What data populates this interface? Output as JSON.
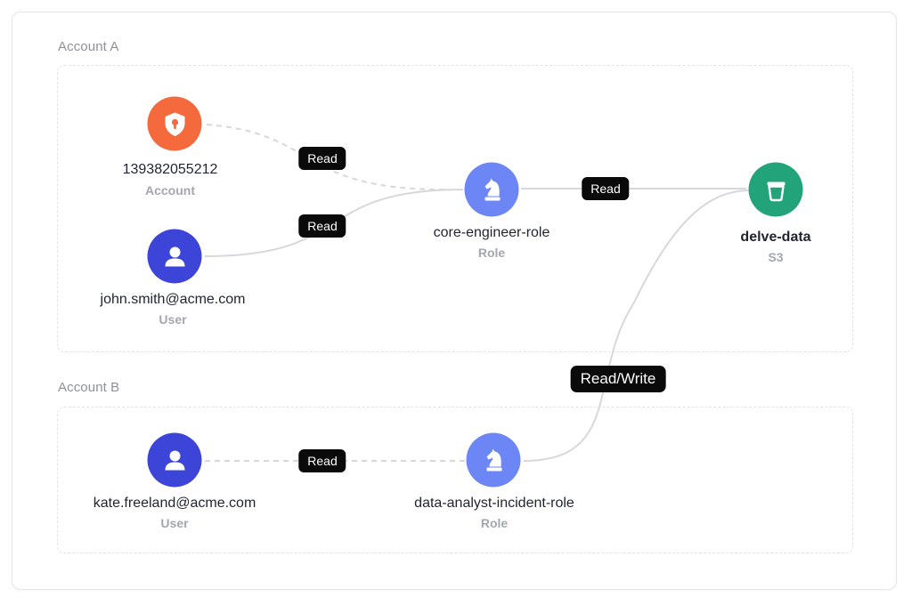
{
  "accounts": {
    "a_label": "Account A",
    "b_label": "Account B"
  },
  "colors": {
    "account_node": "#f46a3c",
    "user_node": "#3d45d9",
    "role_node": "#6c86f5",
    "s3_node": "#23a37a",
    "edge_line": "#d6d8de",
    "pill_bg": "#0a0a0a"
  },
  "nodes": {
    "account": {
      "title": "139382055212",
      "type": "Account",
      "icon": "shield-key-icon"
    },
    "john": {
      "title": "john.smith@acme.com",
      "type": "User",
      "icon": "user-icon"
    },
    "core_role": {
      "title": "core-engineer-role",
      "type": "Role",
      "icon": "chess-knight-icon"
    },
    "delve": {
      "title": "delve-data",
      "type": "S3",
      "icon": "bucket-icon"
    },
    "kate": {
      "title": "kate.freeland@acme.com",
      "type": "User",
      "icon": "user-icon"
    },
    "analyst_role": {
      "title": "data-analyst-incident-role",
      "type": "Role",
      "icon": "chess-knight-icon"
    }
  },
  "edges": {
    "account_to_core": "Read",
    "john_to_core": "Read",
    "core_to_delve": "Read",
    "analyst_to_delve": "Read/Write",
    "kate_to_analyst": "Read"
  }
}
